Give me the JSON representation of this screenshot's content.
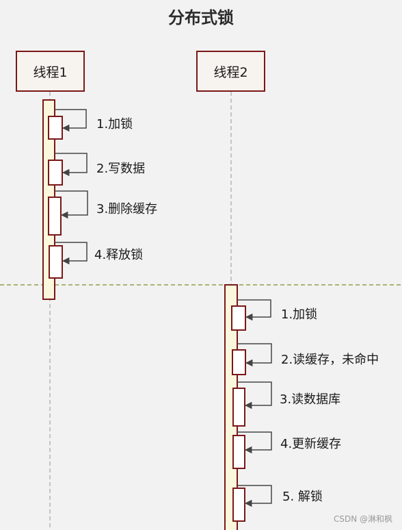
{
  "title": "分布式锁",
  "lifelines": [
    {
      "label": "线程1"
    },
    {
      "label": "线程2"
    }
  ],
  "thread1_steps": [
    "1.加锁",
    "2.写数据",
    "3.删除缓存",
    "4.释放锁"
  ],
  "thread2_steps": [
    "1.加锁",
    "2.读缓存，未命中",
    "3.读数据库",
    "4.更新缓存",
    "5. 解锁"
  ],
  "watermark": "CSDN @淋和枫",
  "colors": {
    "border": "#7a1717",
    "activation_fill": "#fbf7dc",
    "divider": "#8fa04a",
    "lifeline": "#b5b5b5",
    "arrow": "#444444"
  }
}
